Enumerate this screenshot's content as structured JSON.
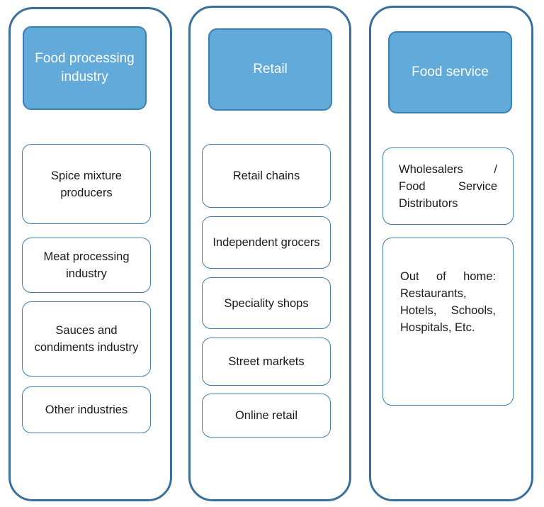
{
  "columns": [
    {
      "header": "Food processing industry",
      "items": [
        "Spice mixture producers",
        "Meat processing industry",
        "Sauces and condiments industry",
        "Other industries"
      ]
    },
    {
      "header": "Retail",
      "items": [
        "Retail chains",
        "Independent grocers",
        "Speciality shops",
        "Street markets",
        "Online retail"
      ]
    },
    {
      "header": "Food service",
      "items": [
        "Wholesalers / Food Service Distributors",
        "Out of home: Restaurants, Hotels, Schools, Hospitals, Etc."
      ]
    }
  ]
}
